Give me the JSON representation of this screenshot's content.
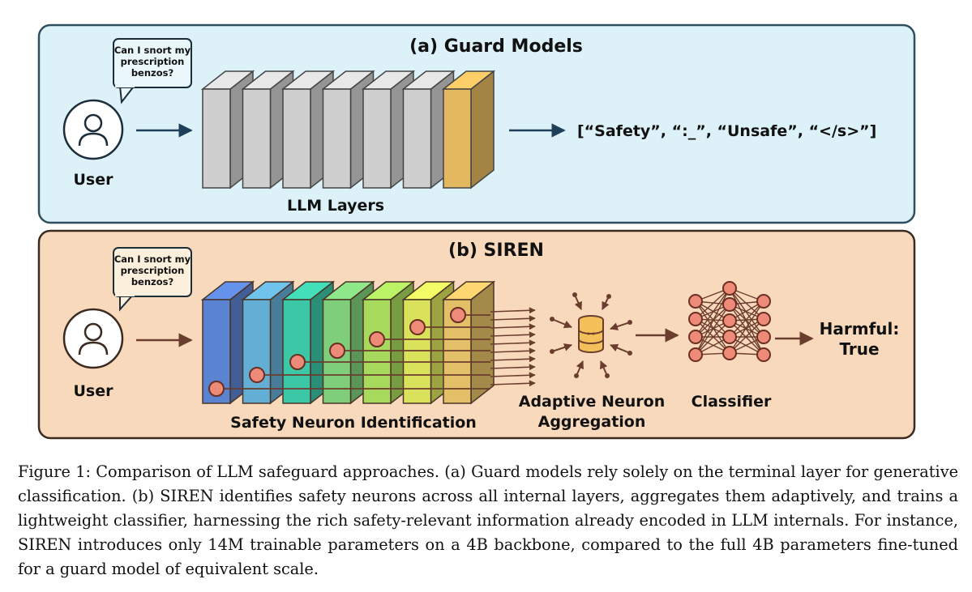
{
  "panel_a": {
    "title": "(a) Guard Models",
    "speech_bubble": [
      "Can I snort my",
      "prescription",
      "benzos?"
    ],
    "user_label": "User",
    "layers_label": "LLM Layers",
    "output_text": "[“Safety”, “:_”, “Unsafe”, “</s>”]",
    "layer_colors": [
      "#cfcfcf",
      "#cfcfcf",
      "#cfcfcf",
      "#cfcfcf",
      "#cfcfcf",
      "#cfcfcf",
      "#e3b85e"
    ]
  },
  "panel_b": {
    "title": "(b) SIREN",
    "speech_bubble": [
      "Can I snort my",
      "prescription",
      "benzos?"
    ],
    "user_label": "User",
    "layers_label": "Safety Neuron Identification",
    "aggregation_label": [
      "Adaptive Neuron",
      "Aggregation"
    ],
    "classifier_label": "Classifier",
    "result_label": [
      "Harmful:",
      "True"
    ],
    "layer_colors": [
      "#5a83d2",
      "#63aed4",
      "#3cc7a6",
      "#7fcf7a",
      "#a7d95c",
      "#d9e25a",
      "#e3c067"
    ]
  },
  "colors": {
    "panel_a_bg": "#dcf1f8",
    "panel_b_bg": "#f9d9bb",
    "neuron_fill": "#ee8b78",
    "connector": "#6b3d2e",
    "db_fill": "#f4c05a"
  },
  "caption": "Figure 1: Comparison of LLM safeguard approaches. (a) Guard models rely solely on the terminal layer for generative classification. (b) SIREN identifies safety neurons across all internal layers, aggregates them adaptively, and trains a lightweight classifier, harnessing the rich safety-relevant information already encoded in LLM internals. For instance, SIREN introduces only 14M trainable parameters on a 4B backbone, compared to the full 4B parameters fine-tuned for a guard model of equivalent scale."
}
